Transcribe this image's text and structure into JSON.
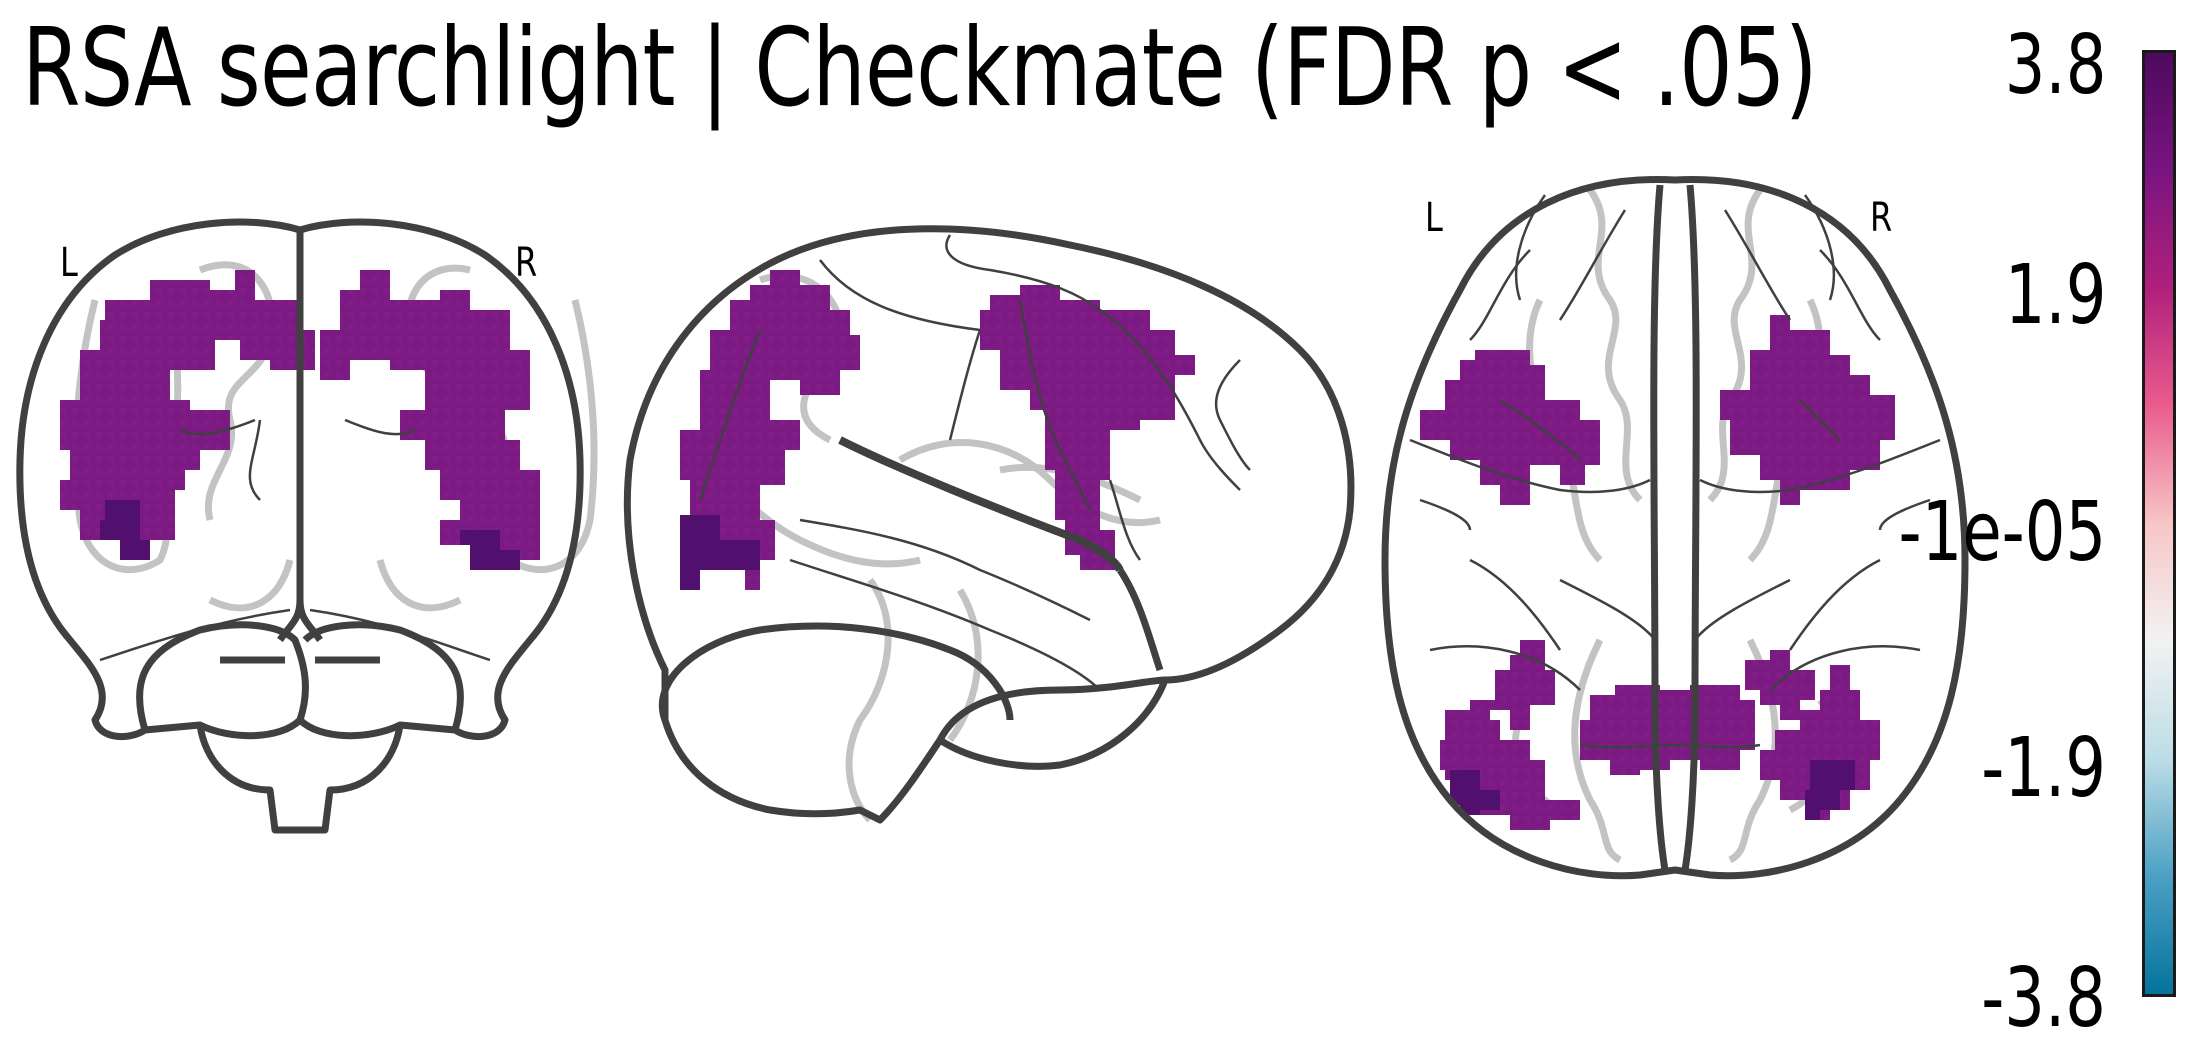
{
  "title": "RSA searchlight | Checkmate (FDR p < .05)",
  "views": {
    "coronal": {
      "left_label": "L",
      "right_label": "R"
    },
    "axial": {
      "left_label": "L",
      "right_label": "R"
    }
  },
  "colorbar": {
    "ticks": [
      "3.8",
      "1.9",
      "-1e-05",
      "-1.9",
      "-3.8"
    ],
    "range": [
      -3.8,
      3.8
    ],
    "colormap": [
      "#05739c",
      "#4ca0c4",
      "#bcdde6",
      "#f2f2f2",
      "#f7c6c6",
      "#ea5c8d",
      "#b0207c",
      "#7a1480",
      "#4d0a5e"
    ]
  },
  "colors": {
    "blob": "#7a1a82",
    "blob_dark": "#4d0f6b",
    "outline": "#404040",
    "inner_contour": "#bdbdbd"
  }
}
